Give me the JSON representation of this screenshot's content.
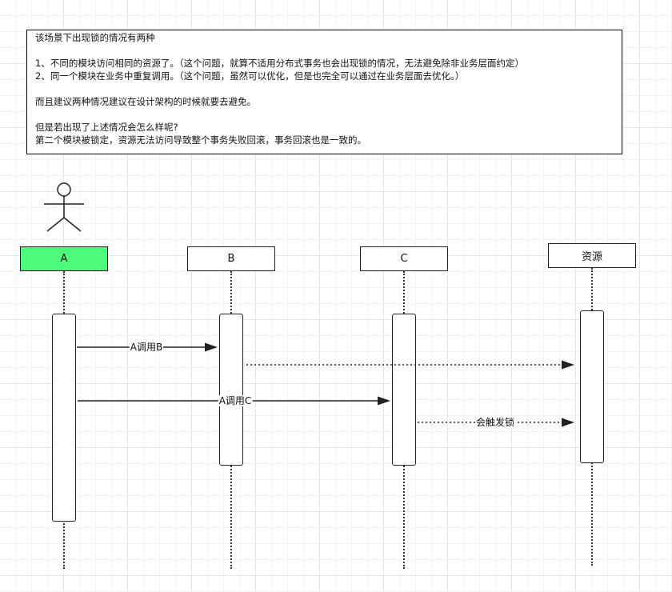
{
  "note": {
    "lines": [
      "该场景下出现锁的情况有两种",
      "",
      "1、不同的模块访问相同的资源了。（这个问题，就算不适用分布式事务也会出现锁的情况，无法避免除非业务层面约定）",
      "2、同一个模块在业务中重复调用。（这个问题，虽然可以优化，但是也完全可以通过在业务层面去优化。）",
      "",
      "而且建议两种情况建议在设计架构的时候就要去避免。",
      "",
      "但是若出现了上述情况会怎么样呢?",
      "第二个模块被锁定，资源无法访问导致整个事务失败回滚，事务回滚也是一致的。"
    ]
  },
  "participants": {
    "a": "A",
    "b": "B",
    "c": "C",
    "resource": "资源"
  },
  "messages": {
    "a_calls_b": "A调用B",
    "a_calls_c": "A调用C",
    "trigger_lock": "会触发锁"
  },
  "colors": {
    "actor_a_fill": "#4cfa7c",
    "line": "#222222"
  }
}
